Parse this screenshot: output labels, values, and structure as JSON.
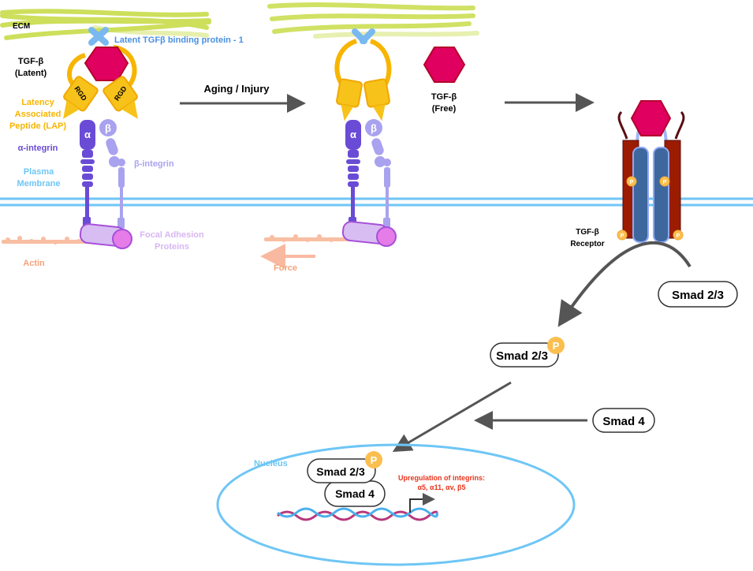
{
  "labels": {
    "ecm": "ECM",
    "ltbp": "Latent TGFβ binding protein - 1",
    "tgfb_latent_1": "TGF-β",
    "tgfb_latent_2": "(Latent)",
    "rgd": "RGD",
    "lap_1": "Latency",
    "lap_2": "Associated",
    "lap_3": "Peptide (LAP)",
    "alpha_integrin": "α-integrin",
    "alpha": "α",
    "beta": "β",
    "beta_integrin": "β-integrin",
    "membrane_1": "Plasma",
    "membrane_2": "Membrane",
    "fap_1": "Focal Adhesion",
    "fap_2": "Proteins",
    "actin": "Actin",
    "aging": "Aging / Injury",
    "tgfb_free_1": "TGF-β",
    "tgfb_free_2": "(Free)",
    "force": "Force",
    "receptor_1": "TGF-β",
    "receptor_2": "Receptor",
    "p": "P",
    "smad23": "Smad 2/3",
    "smad4": "Smad 4",
    "nucleus": "Nucleus",
    "upreg_1": "Upregulation of integrins:",
    "upreg_2": "α5, α11, αv, β5"
  },
  "colors": {
    "ecm": "#c8dc4a",
    "ltbp": "#4a90e2",
    "tgfb": "#e0005f",
    "lap": "#f7b500",
    "alpha": "#6a4bd6",
    "beta": "#a9a2ef",
    "membrane": "#6ec6f5",
    "actin": "#f5a27a",
    "receptor_red": "#9b1c00",
    "receptor_blue": "#3e679e",
    "arrow": "#555555",
    "upreg": "#e8331c"
  }
}
